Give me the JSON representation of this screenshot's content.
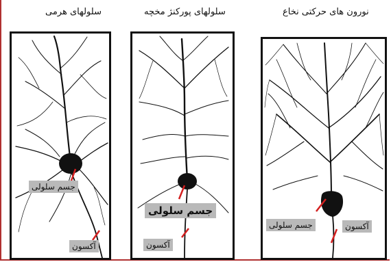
{
  "titles": {
    "pyramidal": "سلولهای هرمی",
    "purkinje": "سلولهای پورکنژ مخچه",
    "motor": "نورون های حرکتی نخاع"
  },
  "labels": {
    "cell_body": "جسم سلولی",
    "axon": "آکسون"
  },
  "colors": {
    "frame": "#b03030",
    "pointer": "#d42020",
    "label_bg": "#b9b9b9",
    "ink": "#111111"
  }
}
